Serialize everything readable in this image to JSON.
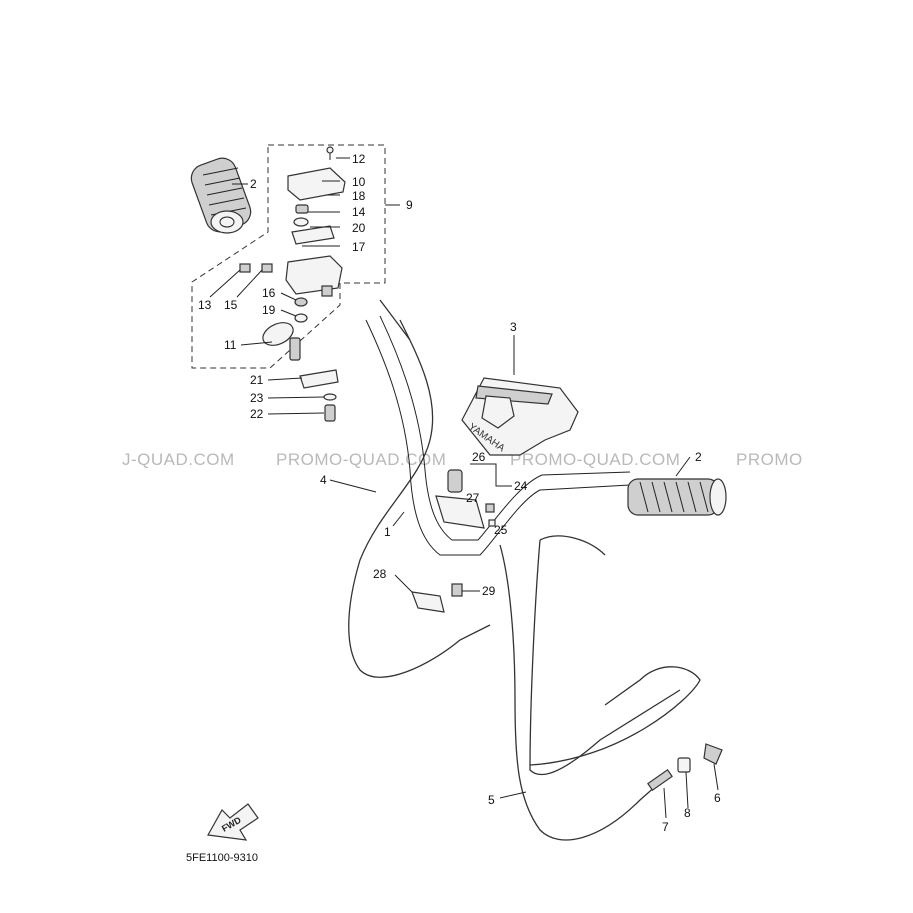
{
  "watermark": {
    "texts": [
      "J-QUAD.COM",
      "PROMO-QUAD.COM",
      "PROMO-QUAD.COM",
      "PROMO"
    ],
    "color": "#b9b9b9"
  },
  "diagram_code": "5FE1100-9310",
  "fwd_label": "FWD",
  "brand_text": "YAMAHA",
  "callouts": [
    {
      "id": "1",
      "label": "1"
    },
    {
      "id": "2a",
      "label": "2"
    },
    {
      "id": "2b",
      "label": "2"
    },
    {
      "id": "3",
      "label": "3"
    },
    {
      "id": "4",
      "label": "4"
    },
    {
      "id": "5",
      "label": "5"
    },
    {
      "id": "6",
      "label": "6"
    },
    {
      "id": "7",
      "label": "7"
    },
    {
      "id": "8",
      "label": "8"
    },
    {
      "id": "9",
      "label": "9"
    },
    {
      "id": "10",
      "label": "10"
    },
    {
      "id": "11",
      "label": "11"
    },
    {
      "id": "12",
      "label": "12"
    },
    {
      "id": "13",
      "label": "13"
    },
    {
      "id": "14",
      "label": "14"
    },
    {
      "id": "15",
      "label": "15"
    },
    {
      "id": "16",
      "label": "16"
    },
    {
      "id": "17",
      "label": "17"
    },
    {
      "id": "18",
      "label": "18"
    },
    {
      "id": "19",
      "label": "19"
    },
    {
      "id": "20",
      "label": "20"
    },
    {
      "id": "21",
      "label": "21"
    },
    {
      "id": "22",
      "label": "22"
    },
    {
      "id": "23",
      "label": "23"
    },
    {
      "id": "24",
      "label": "24"
    },
    {
      "id": "25",
      "label": "25"
    },
    {
      "id": "26",
      "label": "26"
    },
    {
      "id": "27",
      "label": "27"
    },
    {
      "id": "28",
      "label": "28"
    },
    {
      "id": "29",
      "label": "29"
    }
  ]
}
